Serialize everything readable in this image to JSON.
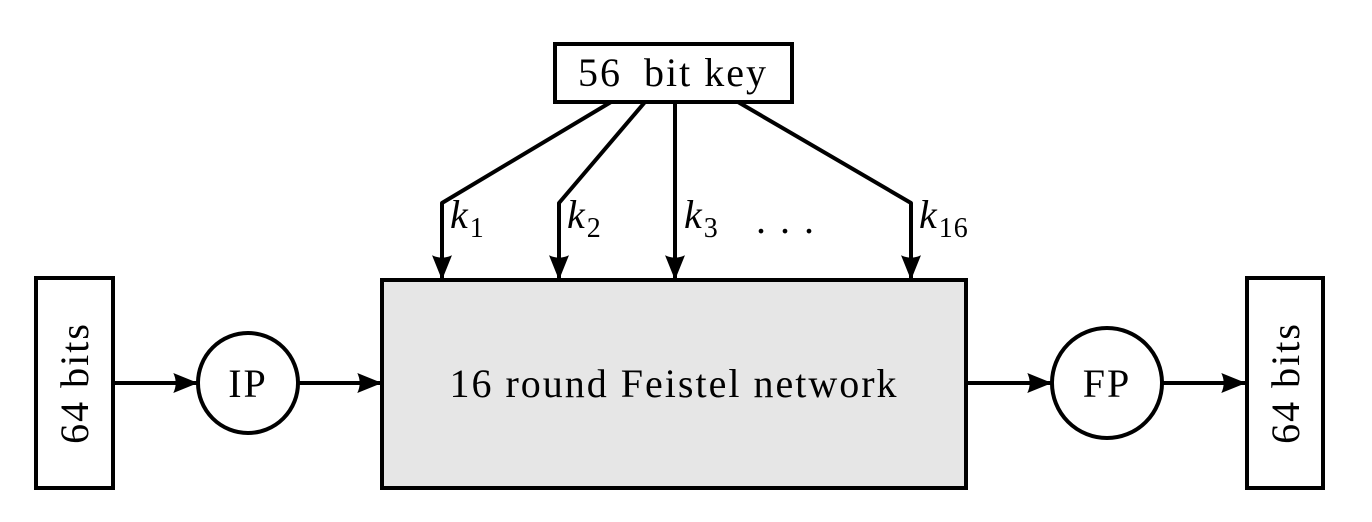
{
  "colors": {
    "background": "#ffffff",
    "line": "#000000",
    "feistel_fill": "#e6e6e6",
    "node_fill": "#ffffff"
  },
  "key_box": {
    "label": "56 bit key",
    "fill": "#ffffff"
  },
  "subkey_labels": [
    {
      "base": "k",
      "sub": "1"
    },
    {
      "base": "k",
      "sub": "2"
    },
    {
      "base": "k",
      "sub": "3"
    },
    {
      "base": "k",
      "sub": "16"
    }
  ],
  "ellipsis": ". . .",
  "feistel_box": {
    "label": "16 round Feistel network",
    "fill": "#e6e6e6"
  },
  "input_box": {
    "label": "64 bits",
    "fill": "#ffffff"
  },
  "ip_node": {
    "label": "IP",
    "fill": "#ffffff"
  },
  "fp_node": {
    "label": "FP",
    "fill": "#ffffff"
  },
  "output_box": {
    "label": "64 bits",
    "fill": "#ffffff"
  }
}
